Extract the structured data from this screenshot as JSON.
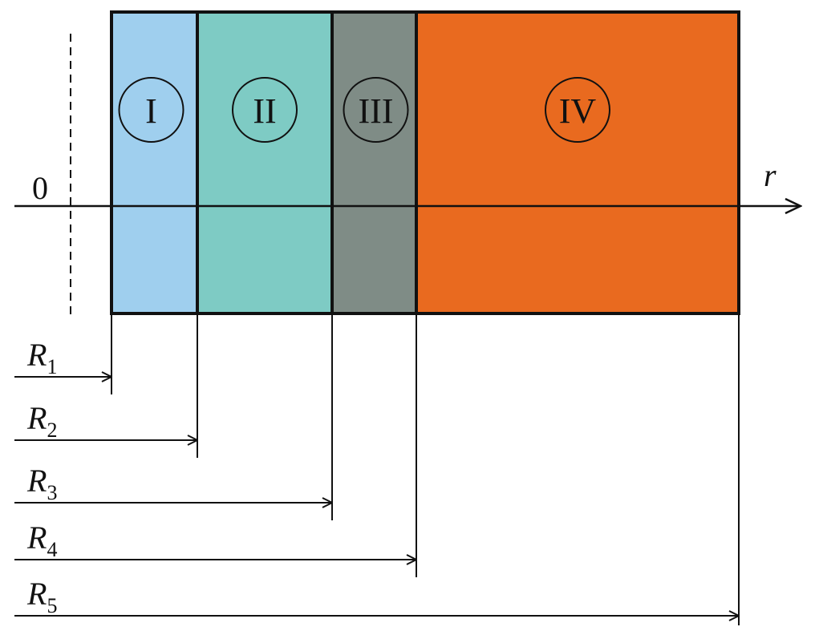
{
  "origin_label": "0",
  "axis_label": "r",
  "regions": [
    {
      "label": "I",
      "color": "#9fcfee"
    },
    {
      "label": "II",
      "color": "#7ecbc4"
    },
    {
      "label": "III",
      "color": "#7f8c86"
    },
    {
      "label": "IV",
      "color": "#e96a1f"
    }
  ],
  "radii": [
    {
      "symbol": "R",
      "sub": "1"
    },
    {
      "symbol": "R",
      "sub": "2"
    },
    {
      "symbol": "R",
      "sub": "3"
    },
    {
      "symbol": "R",
      "sub": "4"
    },
    {
      "symbol": "R",
      "sub": "5"
    }
  ]
}
